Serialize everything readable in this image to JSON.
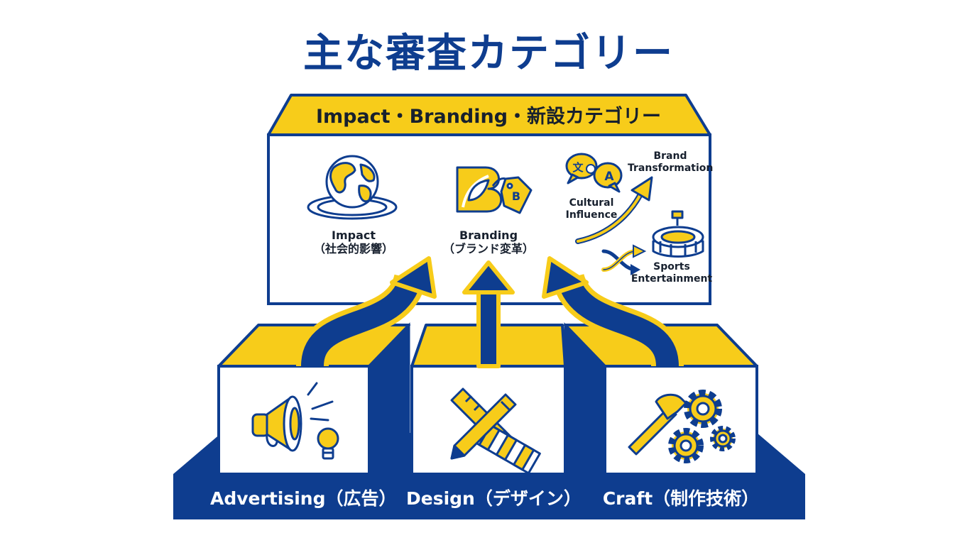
{
  "title": "主な審査カテゴリー",
  "top_banner": "Impact・Branding・新設カテゴリー",
  "top_categories": {
    "impact": {
      "line1": "Impact",
      "line2": "（社会的影響）",
      "icon": "globe-ripple-icon"
    },
    "branding": {
      "line1": "Branding",
      "line2": "（ブランド変革）",
      "icon": "b-leaf-tag-icon",
      "tag_letter": "B"
    },
    "new": {
      "brand_transformation": {
        "line1": "Brand",
        "line2": "Transformation"
      },
      "cultural_influence": {
        "line1": "Cultural",
        "line2": "Influence",
        "bubble_left": "文",
        "bubble_right": "A"
      },
      "sports_entertainment": {
        "line1": "Sports",
        "line2": "Entertainment"
      }
    }
  },
  "bottom_categories": [
    {
      "label": "Advertising（広告）",
      "icon": "megaphone-lightbulb-icon"
    },
    {
      "label": "Design（デザイン）",
      "icon": "ruler-pencil-swatch-icon"
    },
    {
      "label": "Craft（制作技術）",
      "icon": "hammer-gears-icon"
    }
  ],
  "colors": {
    "navy": "#0e3d8f",
    "yellow": "#f7cc1a",
    "ink": "#17202e",
    "white": "#ffffff"
  }
}
